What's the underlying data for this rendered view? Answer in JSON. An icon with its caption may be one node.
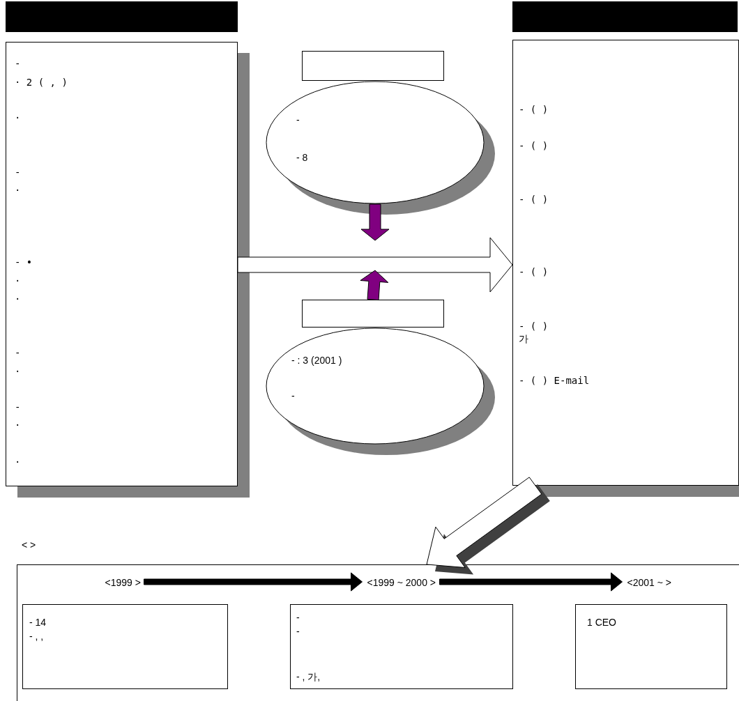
{
  "diagram": {
    "nodes": [
      {
        "text": [],
        "shape": "bar"
      },
      {
        "text": [
          "-",
          "· 2 ( , )",
          "·",
          "-",
          "·",
          "- •",
          "·",
          "·",
          "-",
          "·",
          "-",
          "·",
          "·"
        ]
      },
      {
        "text": [],
        "shape": "bar"
      },
      {
        "text": [
          "- ( )",
          "- ( )",
          "- ( )",
          "- ( )",
          "- ( ) 가",
          "- ( ) E-mail"
        ]
      },
      {
        "text": [],
        "shape": "box"
      },
      {
        "text": [
          "-",
          "- 8"
        ]
      },
      {
        "text": [],
        "shape": "box"
      },
      {
        "text": [
          "- : 3 (2001 )",
          "-"
        ]
      },
      {
        "text": [
          "<1999 >"
        ],
        "in": 9
      },
      {
        "text": [
          "< >"
        ]
      },
      {
        "text": [
          "- 14",
          "- , ,"
        ],
        "in": 9
      },
      {
        "text": [
          "<1999 ~ 2000 >"
        ],
        "in": 9
      },
      {
        "text": [
          "-",
          "-",
          "- , 가,"
        ],
        "in": 9
      },
      {
        "text": [
          "<2001 ~ >"
        ],
        "in": 9
      },
      {
        "text": [
          "1 CEO"
        ],
        "in": 9
      }
    ],
    "edges": [
      {
        "from": 1,
        "to": 3,
        "arrow": "to",
        "style": "thick"
      },
      {
        "from": 5,
        "to": null,
        "arrow": "to",
        "style": "thick",
        "color": "#800080"
      },
      {
        "from": 6,
        "to": null,
        "arrow": "to",
        "style": "thick",
        "color": "#800080"
      },
      {
        "from": 3,
        "to": 9,
        "arrow": "to",
        "style": "thick"
      },
      {
        "from": 8,
        "to": 11,
        "arrow": "to",
        "style": "thick",
        "color": "#000000"
      },
      {
        "from": 11,
        "to": 13,
        "arrow": "to",
        "style": "thick",
        "color": "#000000"
      }
    ]
  }
}
